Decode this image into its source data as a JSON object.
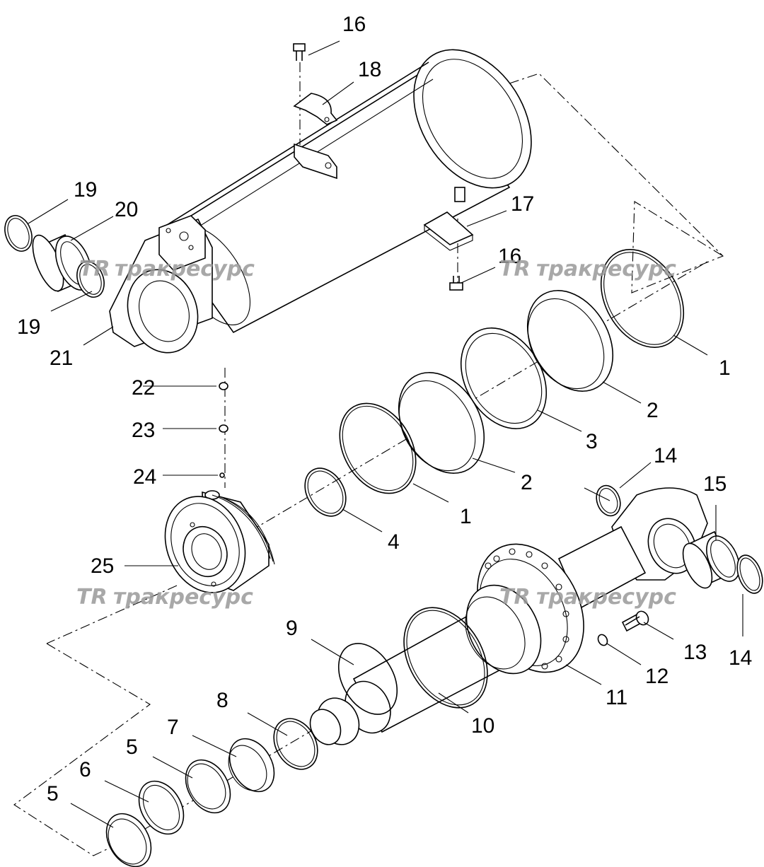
{
  "watermark": {
    "logo_text": "TR",
    "brand_text": "тракресурс"
  },
  "callouts": {
    "c1a": "1",
    "c1b": "1",
    "c2a": "2",
    "c2b": "2",
    "c3": "3",
    "c4": "4",
    "c5a": "5",
    "c5b": "5",
    "c6": "6",
    "c7": "7",
    "c8": "8",
    "c9": "9",
    "c10": "10",
    "c11": "11",
    "c12": "12",
    "c13": "13",
    "c14a": "14",
    "c14b": "14",
    "c15": "15",
    "c16a": "16",
    "c16b": "16",
    "c17": "17",
    "c18": "18",
    "c19a": "19",
    "c19b": "19",
    "c20": "20",
    "c21": "21",
    "c22": "22",
    "c23": "23",
    "c24": "24",
    "c25": "25"
  }
}
